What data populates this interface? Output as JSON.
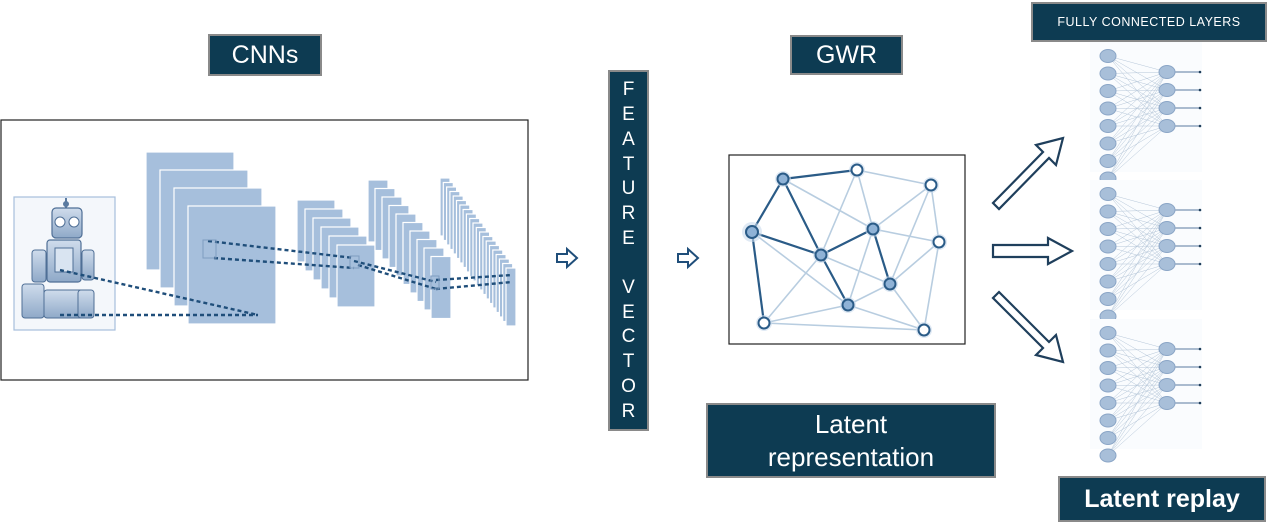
{
  "labels": {
    "cnns": "CNNs",
    "gwr": "GWR",
    "fully_connected_layers": "FULLY CONNECTED LAYERS",
    "latent_representation_line1": "Latent",
    "latent_representation_line2": "representation",
    "latent_replay": "Latent replay"
  },
  "feature_vector_letters": [
    "F",
    "E",
    "A",
    "T",
    "U",
    "R",
    "E",
    "",
    "V",
    "E",
    "C",
    "T",
    "O",
    "R"
  ],
  "colors": {
    "dark_box": "#0d3b52",
    "cnn_blue": "#a6bfdc",
    "node_blue": "#8fb2d6",
    "edge_dark": "#2a5b87",
    "edge_light": "#b8cde0"
  }
}
